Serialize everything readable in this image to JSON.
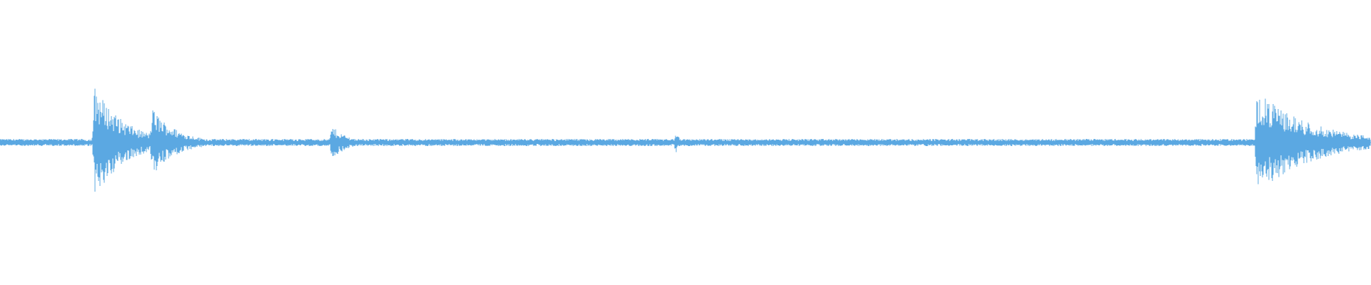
{
  "waveform": {
    "color": "#5ba8e2",
    "background": "#ffffff",
    "baseline_amplitude": 0.06,
    "noise_floor": 0.035,
    "transients": [
      {
        "at": 0.069,
        "peak": 0.95,
        "decay": 0.022
      },
      {
        "at": 0.111,
        "peak": 0.58,
        "decay": 0.018
      },
      {
        "at": 0.242,
        "peak": 0.28,
        "decay": 0.012
      },
      {
        "at": 0.493,
        "peak": 0.18,
        "decay": 0.004
      },
      {
        "at": 0.917,
        "peak": 0.86,
        "decay": 0.04
      }
    ]
  }
}
